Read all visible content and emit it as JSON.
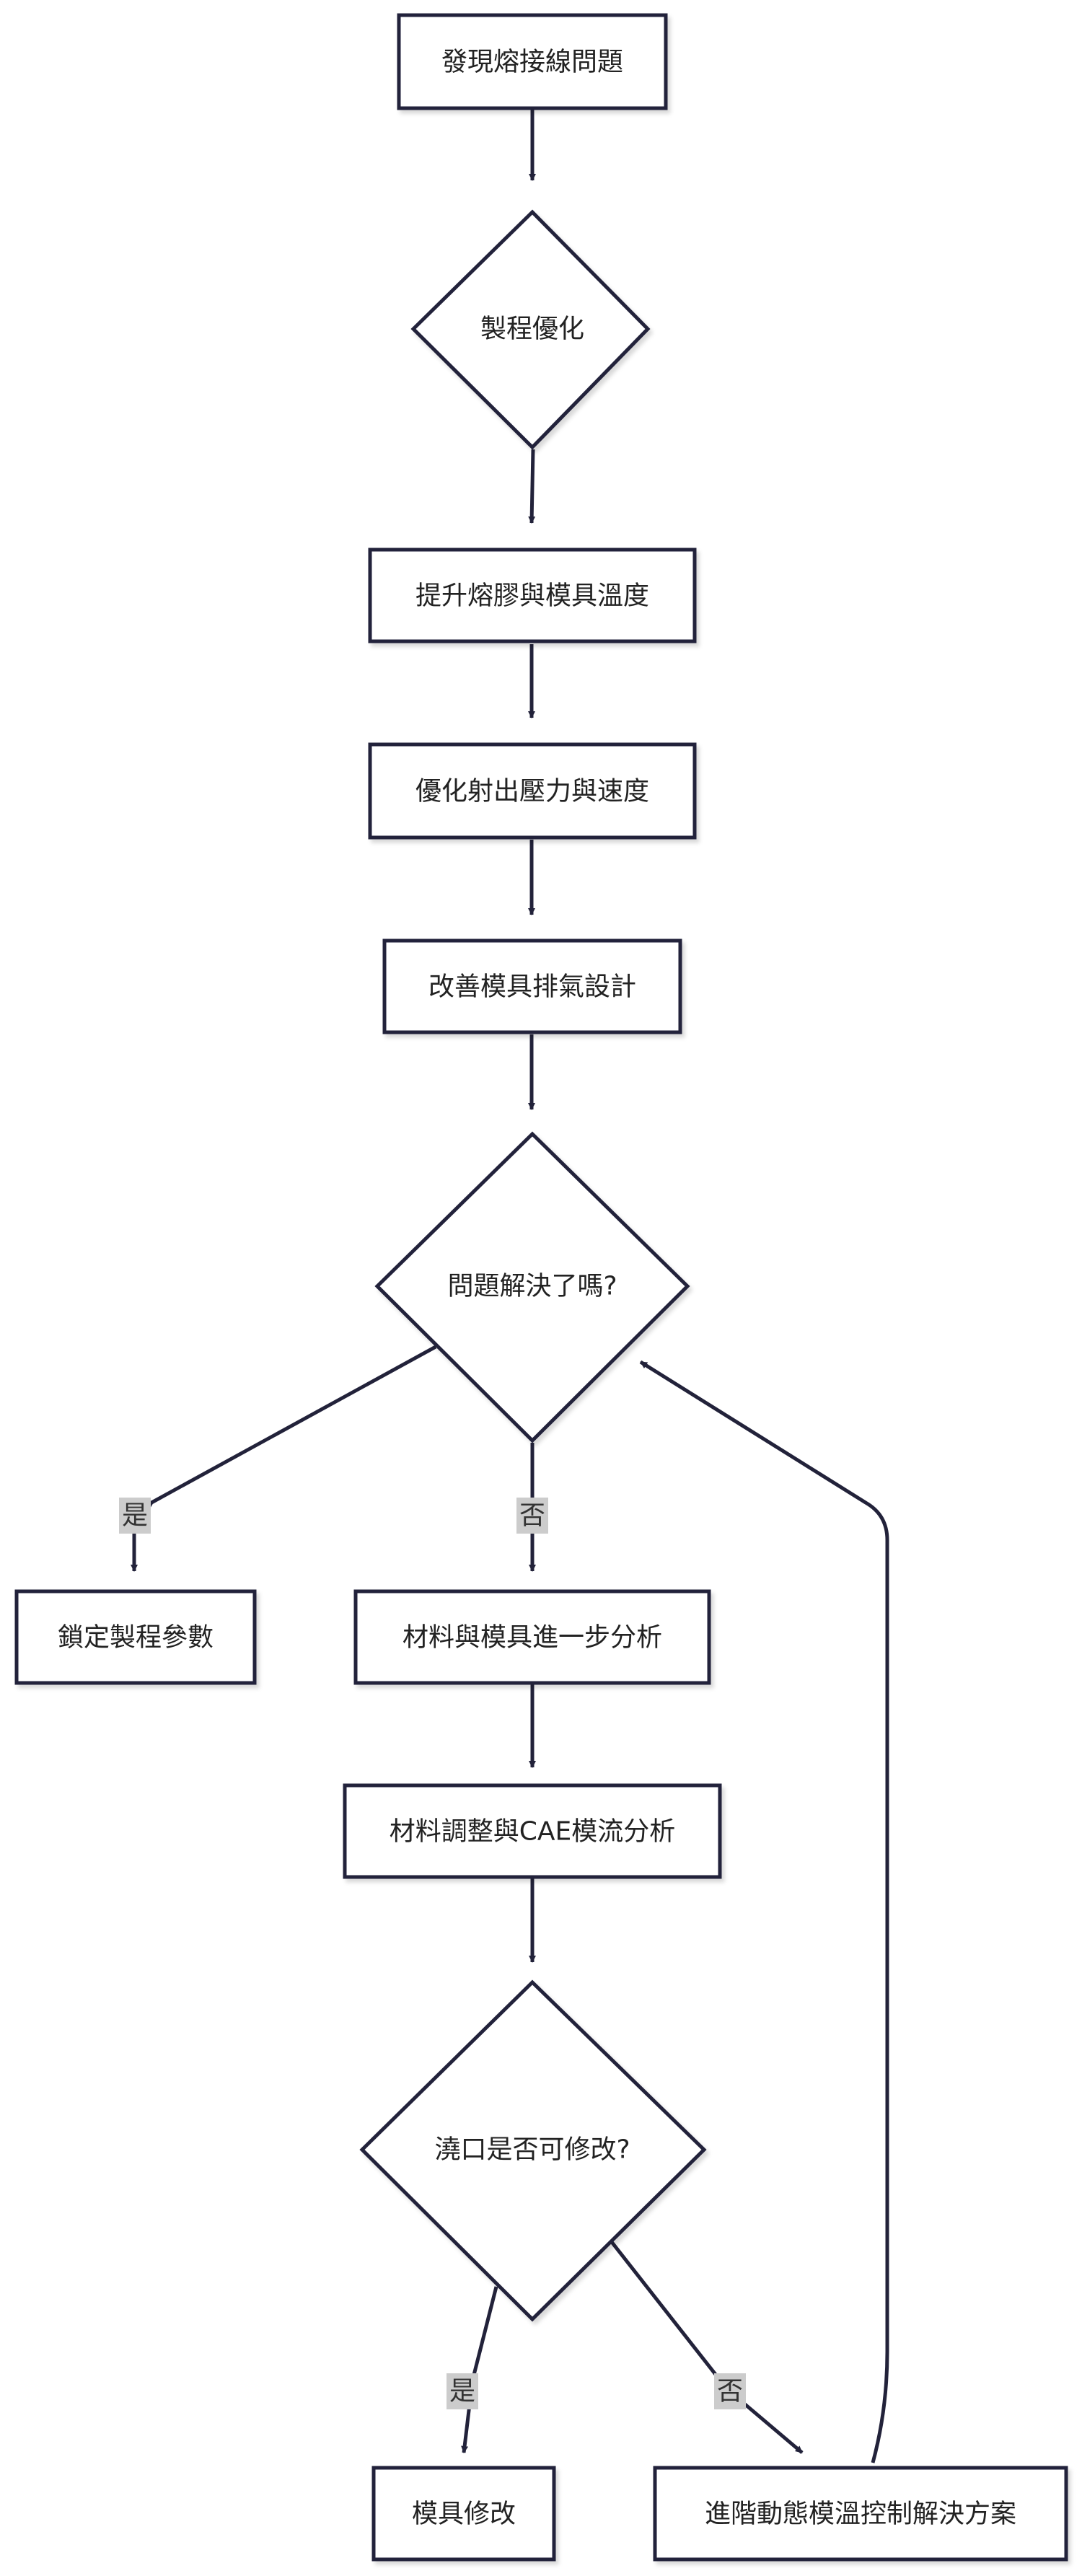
{
  "nodes": {
    "n1": "發現熔接線問題",
    "n2": "製程優化",
    "n3": "提升熔膠與模具溫度",
    "n4": "優化射出壓力與速度",
    "n5": "改善模具排氣設計",
    "n6": "問題解決了嗎?",
    "n7": "鎖定製程參數",
    "n8": "材料與模具進一步分析",
    "n9": "材料調整與CAE模流分析",
    "n10": "澆口是否可修改?",
    "n11": "模具修改",
    "n12": "進階動態模溫控制解決方案"
  },
  "edge_labels": {
    "yes": "是",
    "no": "否"
  },
  "colors": {
    "stroke": "#22223a",
    "label_bg": "#cccccc"
  }
}
